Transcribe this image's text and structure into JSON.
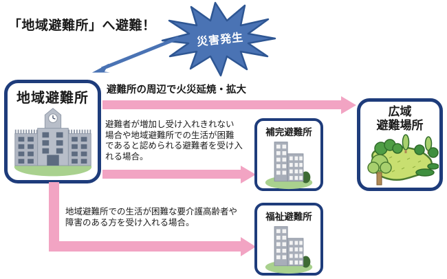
{
  "page": {
    "title": "「地域避難所」へ避難！"
  },
  "starburst": {
    "label": "災害発生"
  },
  "boxes": {
    "local": {
      "title": "地域避難所"
    },
    "wide_area": {
      "title": "広域\n避難場所"
    },
    "supplementary": {
      "title": "補完避難所"
    },
    "welfare": {
      "title": "福祉避難所"
    }
  },
  "arrows": {
    "to_wide_area": {
      "label": "避難所の周辺で火災延焼・拡大"
    },
    "to_supplementary": {
      "label": "避難者が増加し受け入れきれない\n場合や地域避難所での生活が困難\nであると認められる避難者を受け入\nれる場合。"
    },
    "to_welfare": {
      "label": "地域避難所での生活が困難な要介護高齢者や\n障害のある方を受け入れる場合。"
    }
  },
  "colors": {
    "pink": "#F2A4C3",
    "navy_border": "#1E3C7B",
    "burst_blue": "#4A73B4",
    "burst_outline": "#2E5693"
  }
}
